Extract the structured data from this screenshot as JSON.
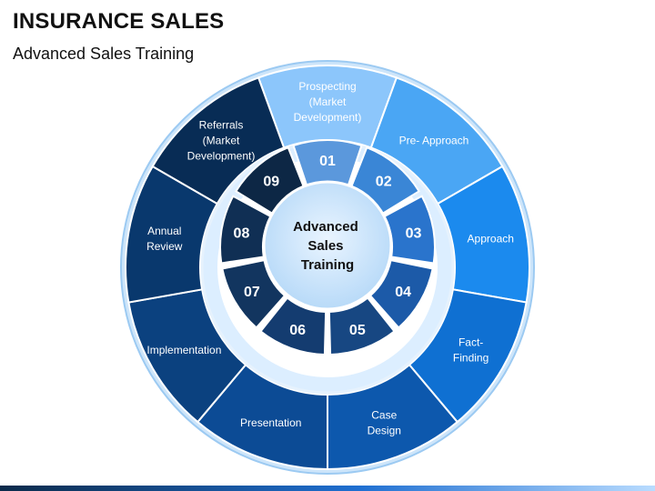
{
  "header": {
    "title": "INSURANCE SALES",
    "subtitle": "Advanced Sales Training"
  },
  "center": {
    "lines": [
      "Advanced",
      "Sales",
      "Training"
    ]
  },
  "steps": [
    {
      "number": "01",
      "lines": [
        "Prospecting",
        "(Market",
        "Development)"
      ],
      "outer_color": "#8cc6fb",
      "inner_color": "#5b98dc"
    },
    {
      "number": "02",
      "lines": [
        "Pre- Approach"
      ],
      "outer_color": "#4aa6f4",
      "inner_color": "#3a86d6"
    },
    {
      "number": "03",
      "lines": [
        "Approach"
      ],
      "outer_color": "#1b8aee",
      "inner_color": "#2a74cc"
    },
    {
      "number": "04",
      "lines": [
        "Fact-",
        "Finding"
      ],
      "outer_color": "#0f70d2",
      "inner_color": "#1c5aa8"
    },
    {
      "number": "05",
      "lines": [
        "Case",
        "Design"
      ],
      "outer_color": "#0d58ad",
      "inner_color": "#174782"
    },
    {
      "number": "06",
      "lines": [
        "Presentation"
      ],
      "outer_color": "#0c4b95",
      "inner_color": "#143c70"
    },
    {
      "number": "07",
      "lines": [
        "Implementation"
      ],
      "outer_color": "#0b417f",
      "inner_color": "#12355f"
    },
    {
      "number": "08",
      "lines": [
        "Annual",
        "Review"
      ],
      "outer_color": "#09386d",
      "inner_color": "#102f54"
    },
    {
      "number": "09",
      "lines": [
        "Referrals",
        "(Market",
        "Development)"
      ],
      "outer_color": "#082c55",
      "inner_color": "#0d2745"
    }
  ]
}
